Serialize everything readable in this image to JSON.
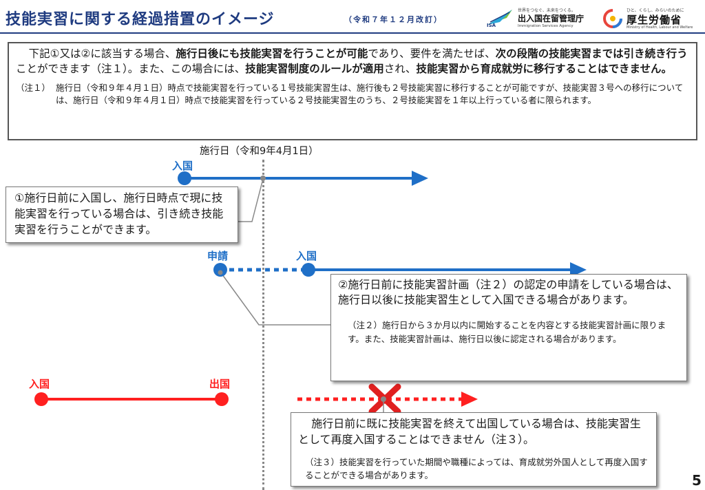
{
  "header": {
    "title": "技能実習に関する経過措置のイメージ",
    "revision": "（令和７年１２月改訂）"
  },
  "logos": {
    "isa": {
      "mark_text": "ISA",
      "slogan": "世界をつなぐ、未来をつくる。",
      "name": "出入国在留管理庁",
      "english": "Immigration Services Agency"
    },
    "mhlw": {
      "slogan": "ひと、くらし、みらいのために",
      "name": "厚生労働省",
      "english": "Ministry of Health, Labour and Welfare"
    }
  },
  "intro": {
    "segments": [
      {
        "text": "下記①又は②に該当する場合、",
        "bold": false
      },
      {
        "text": "施行日後にも技能実習を行うことが可能",
        "bold": true
      },
      {
        "text": "であり、要件を満たせば、",
        "bold": false
      },
      {
        "text": "次の段階の技能実習までは引き続き行う",
        "bold": true
      },
      {
        "text": "ことができます（注１）。また、この場合には、",
        "bold": false
      },
      {
        "text": "技能実習制度のルールが適用",
        "bold": true
      },
      {
        "text": "され、",
        "bold": false
      },
      {
        "text": "技能実習から育成就労に移行することはできません。",
        "bold": true
      }
    ],
    "note_label": "（注１）",
    "note_text": "施行日（令和９年４月１日）時点で技能実習を行っている１号技能実習生は、施行後も２号技能実習に移行することが可能ですが、技能実習３号への移行については、施行日（令和９年４月１日）時点で技能実習を行っている２号技能実習生のうち、２号技能実習を１年以上行っている者に限られます。"
  },
  "diagram": {
    "enforcement_label": "施行日（令和9年4月1日）",
    "timeline1": {
      "entry_label": "入国"
    },
    "callout1": "①施行日前に入国し、施行日時点で現に技能実習を行っている場合は、引き続き技能実習を行うことができます。",
    "timeline2": {
      "application_label": "申請",
      "entry_label": "入国"
    },
    "callout2": "②施行日前に技能実習計画（注２）の認定の申請をしている場合は、施行日以後に技能実習生として入国できる場合があります。",
    "note2": "（注２）施行日から３か月以内に開始することを内容とする技能実習計画に限ります。また、技能実習計画は、施行日以後に認定される場合があります。",
    "timeline3": {
      "entry_label": "入国",
      "exit_label": "出国"
    },
    "callout3": "施行日前に既に技能実習を終えて出国している場合は、技能実習生として再度入国することはできません（注３）。",
    "note3": "（注３）技能実習を行っていた期間や職種によっては、育成就労外国人として再度入国することができる場合があります。"
  },
  "colors": {
    "title_navy": "#1f3b80",
    "timeline_blue": "#1f6fc7",
    "timeline_red": "#ff2020",
    "cross_red": "#e02020",
    "callout_border": "#777777"
  },
  "page_number": "5"
}
